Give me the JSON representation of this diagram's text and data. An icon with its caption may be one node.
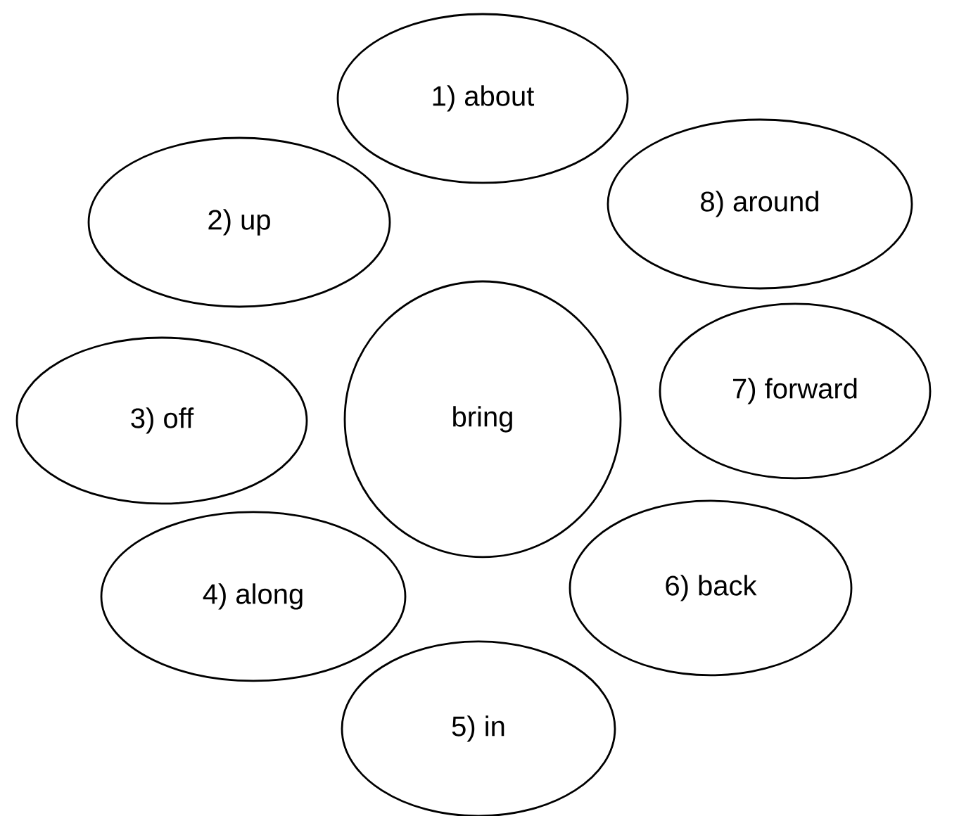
{
  "diagram": {
    "nodes": [
      {
        "text": [
          "bring"
        ]
      },
      {
        "text": [
          "1) about"
        ]
      },
      {
        "text": [
          "2) up"
        ]
      },
      {
        "text": [
          "3) off"
        ]
      },
      {
        "text": [
          "4) along"
        ]
      },
      {
        "text": [
          "5) in"
        ]
      },
      {
        "text": [
          "6) back"
        ]
      },
      {
        "text": [
          "7) forward"
        ]
      },
      {
        "text": [
          "8) around"
        ]
      }
    ]
  }
}
